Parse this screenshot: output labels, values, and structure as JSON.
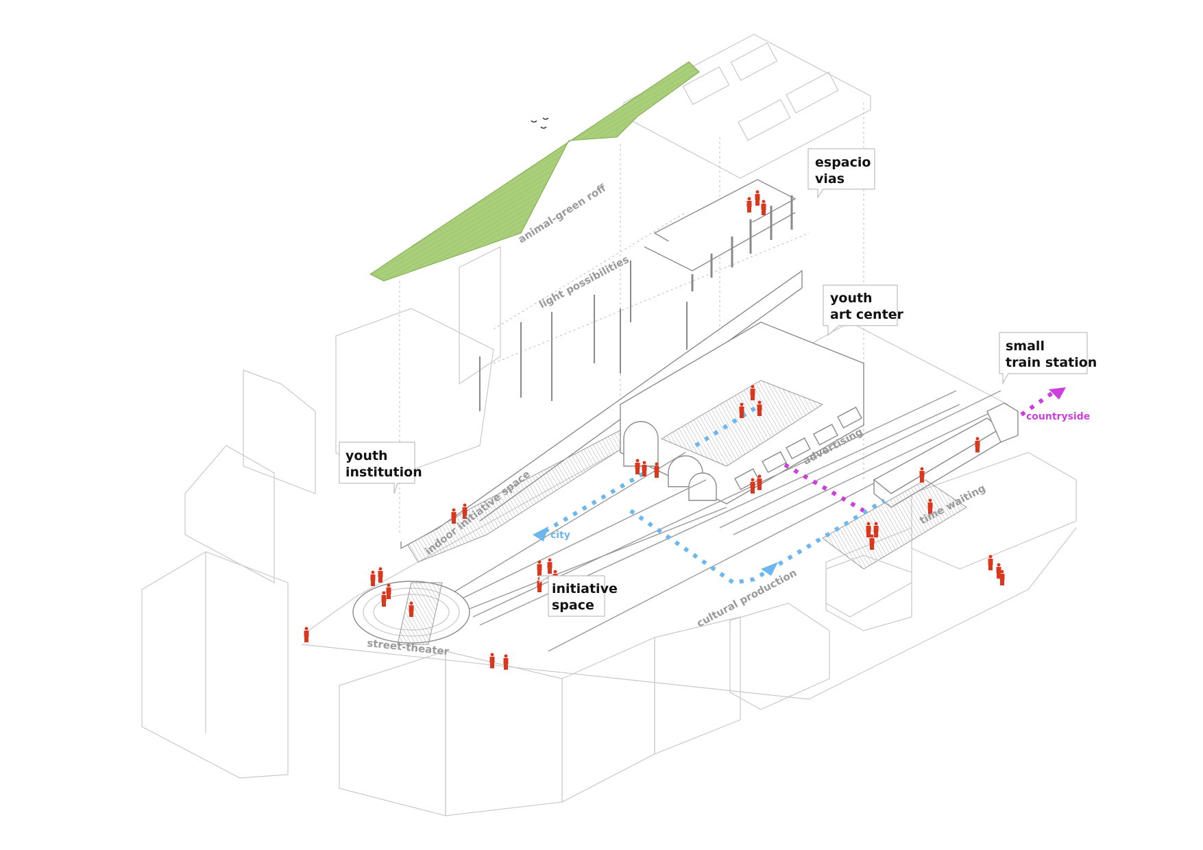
{
  "callouts": {
    "espacio_vias": [
      "espacio",
      "vias"
    ],
    "youth_art_center": [
      "youth",
      "art center"
    ],
    "small_train_station": [
      "small",
      "train station"
    ],
    "youth_institution": [
      "youth",
      "institution"
    ],
    "initiative_space": [
      "initiative",
      "space"
    ]
  },
  "labels": {
    "green_roof": "animal-green roff",
    "light": "light possibilities",
    "indoor": "indoor initiative space",
    "street_theater": "street-theater",
    "advertising": "advertising",
    "time_waiting": "time waiting",
    "cultural_production": "cultural production"
  },
  "flows": {
    "city": "city",
    "countryside": "countryside"
  },
  "colors": {
    "green_roof": "#a9cf7a",
    "people": "#d9381e",
    "flow_city": "#6bb7ee",
    "flow_countryside": "#cc3fdc"
  }
}
